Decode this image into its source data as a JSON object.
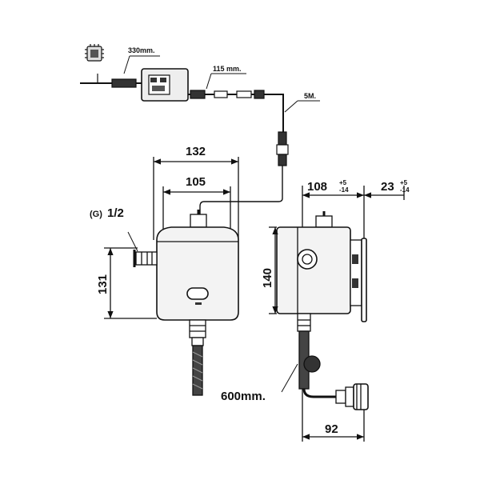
{
  "labels": {
    "adapter_cable": "330mm.",
    "adapter_lead": "115 mm.",
    "extension_cable": "5M.",
    "width_outer": "132",
    "width_inner": "105",
    "height_front": "131",
    "thread_prefix": "(G)",
    "thread_size": "1/2",
    "depth": "108",
    "depth_tol_plus": "+5",
    "depth_tol_minus": "-14",
    "plate_depth": "23",
    "plate_tol_plus": "+5",
    "plate_tol_minus": "-14",
    "height_side": "140",
    "hose_length": "600mm.",
    "outlet_offset": "92"
  },
  "colors": {
    "line": "#111111",
    "body_fill": "#f2f2f2",
    "dark": "#2a2a2a"
  }
}
